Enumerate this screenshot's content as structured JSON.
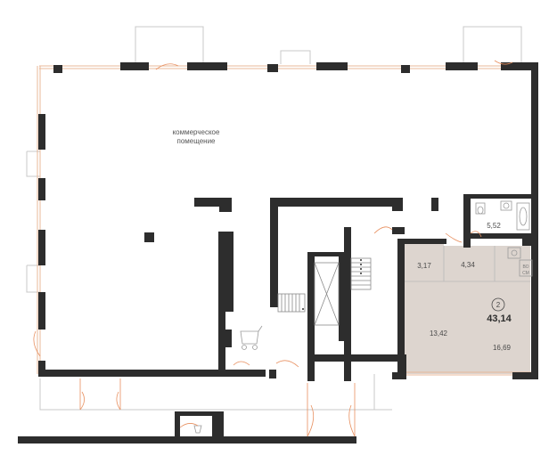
{
  "commercial": {
    "line1": "коммерческое",
    "line2": "помещение"
  },
  "apartment": {
    "number": "2",
    "total_area": "43,14",
    "rooms": [
      {
        "area": "13,42"
      },
      {
        "area": "16,69"
      },
      {
        "area": "3,17"
      },
      {
        "area": "4,34"
      },
      {
        "area": "5,52"
      }
    ]
  },
  "appliance_label": {
    "line1": "ВО",
    "line2": "СМ"
  },
  "colors": {
    "wall": "#2d2d2d",
    "apartment_fill": "#ddd5cf",
    "window_line": "#e8b898",
    "door_arc": "#e89060",
    "thin_line": "#b8b8b8"
  }
}
